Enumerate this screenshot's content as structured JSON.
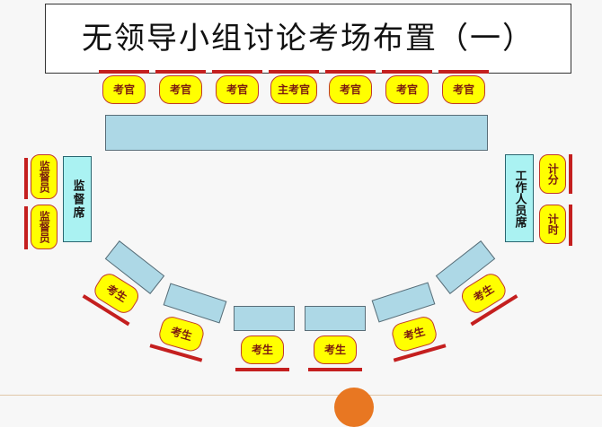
{
  "title": "无领导小组讨论考场布置（一）",
  "examiners": [
    "考官",
    "考官",
    "考官",
    "主考官",
    "考官",
    "考官",
    "考官"
  ],
  "supervisors": [
    "监督员",
    "监督员"
  ],
  "supervisor_desk": "监督席",
  "staff_desk": "工作人员席",
  "staff": [
    "计分",
    "计时"
  ],
  "candidates": [
    "考生",
    "考生",
    "考生",
    "考生",
    "考生",
    "考生"
  ],
  "colors": {
    "chair": "#ffff00",
    "desk": "#add8e6",
    "side_desk": "#aaf2f2",
    "bar": "#c41f1f",
    "accent": "#e87722"
  }
}
